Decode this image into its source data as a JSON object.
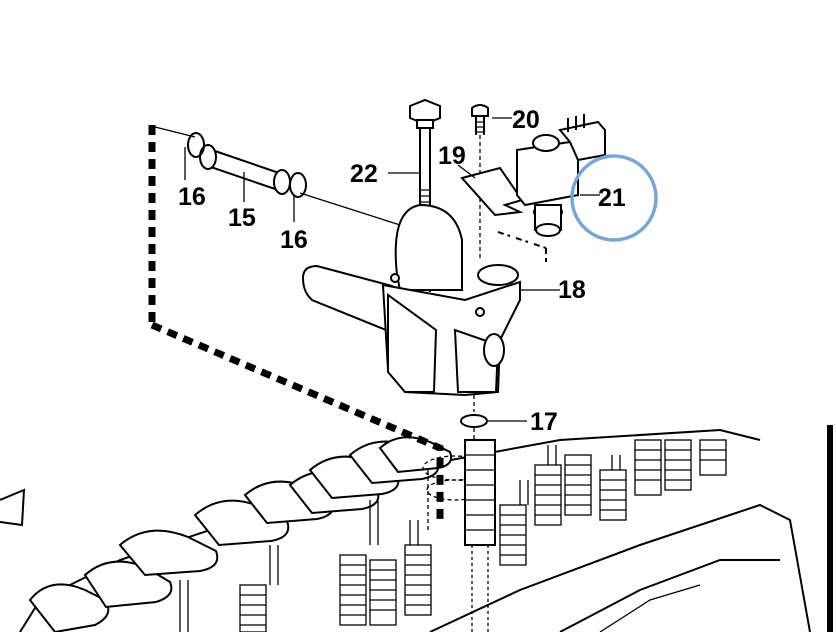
{
  "diagram": {
    "callouts": [
      {
        "id": "c16a",
        "label": "16"
      },
      {
        "id": "c15",
        "label": "15"
      },
      {
        "id": "c16b",
        "label": "16"
      },
      {
        "id": "c22",
        "label": "22"
      },
      {
        "id": "c20",
        "label": "20"
      },
      {
        "id": "c19",
        "label": "19"
      },
      {
        "id": "c21",
        "label": "21"
      },
      {
        "id": "c18",
        "label": "18"
      },
      {
        "id": "c17",
        "label": "17"
      }
    ],
    "highlight": {
      "target": "21",
      "color": "#7aa6d6"
    },
    "colors": {
      "line": "#000000",
      "background": "#ffffff"
    }
  }
}
